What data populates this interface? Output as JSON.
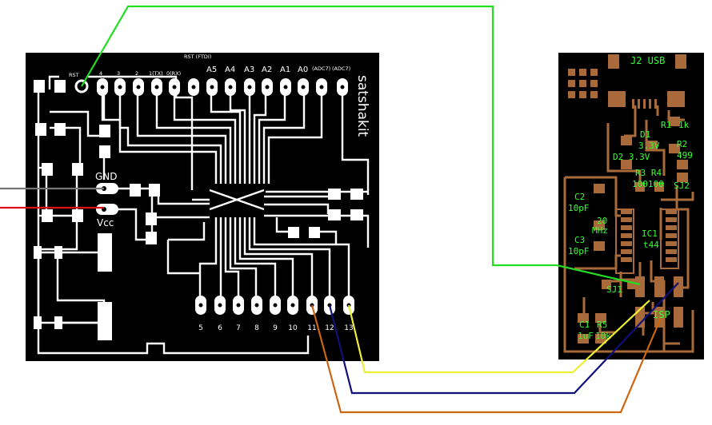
{
  "board_left": {
    "title": "satshakit",
    "top_header_label": "RST (FTDI)",
    "top_pins": [
      "RST",
      "4",
      "3",
      "2",
      "1(TX)",
      "0(RX)"
    ],
    "analog_pins": [
      "A5",
      "A4",
      "A3",
      "A2",
      "A1",
      "A0",
      "(ADC7)",
      "(ADC7)"
    ],
    "power_labels": {
      "gnd": "GND",
      "vcc": "Vcc"
    },
    "bottom_pins": [
      "5",
      "6",
      "7",
      "8",
      "9",
      "10",
      "11",
      "12",
      "13"
    ]
  },
  "board_right": {
    "usb_label": "J2 USB",
    "labels": {
      "r1": "R1",
      "r1_val": "1k",
      "d1": "D1",
      "d1_val": "3.3V",
      "d2": "D2 3.3V",
      "r2": "R2",
      "r2_val": "499",
      "r3r4": "R3 R4",
      "r3r4_val": "100100",
      "sj2": "SJ2",
      "c2": "C2",
      "c2_val": "10pF",
      "xtal": "20",
      "xtal_unit": "MHz",
      "c3": "C3",
      "c3_val": "10pF",
      "ic1": "IC1",
      "ic1_val": "t44",
      "sj1": "SJ1",
      "c1": "C1",
      "c1_val": "1uF",
      "r5": "R5",
      "r5_val": "10k",
      "isp": "ISP"
    }
  },
  "wires": {
    "rst": "#22dd22",
    "gnd": "#777777",
    "vcc": "#dd1111",
    "miso": "#eeee33",
    "mosi": "#10107a",
    "sck": "#cc6611"
  }
}
